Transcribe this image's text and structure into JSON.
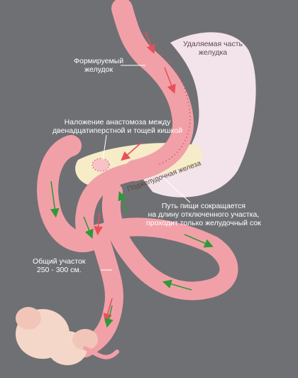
{
  "labels": {
    "removed_stomach": [
      "Удаляемая часть",
      "желудка"
    ],
    "formed_stomach": [
      "Формируемый",
      "желудок"
    ],
    "anastomosis": [
      "Наложение анастомоза между",
      "двенадцатиперстной и тощей кишкой"
    ],
    "pancreas": "Поджелудочная железа",
    "food_path": [
      "Путь пищи сокращается",
      "на длину отключенного участка,",
      "проходит только желудочный сок"
    ],
    "common_segment": [
      "Общий участок",
      "250 - 300 см."
    ]
  },
  "colors": {
    "background": "#6f7074",
    "intestine": "#f2a0a8",
    "intestine_dark": "#e07f8a",
    "stomach_removed": "#f3e3ea",
    "pancreas": "#f6ecc8",
    "arrow_red": "#e8505a",
    "arrow_green": "#2e9a3a",
    "label_text": "#ffffff"
  }
}
